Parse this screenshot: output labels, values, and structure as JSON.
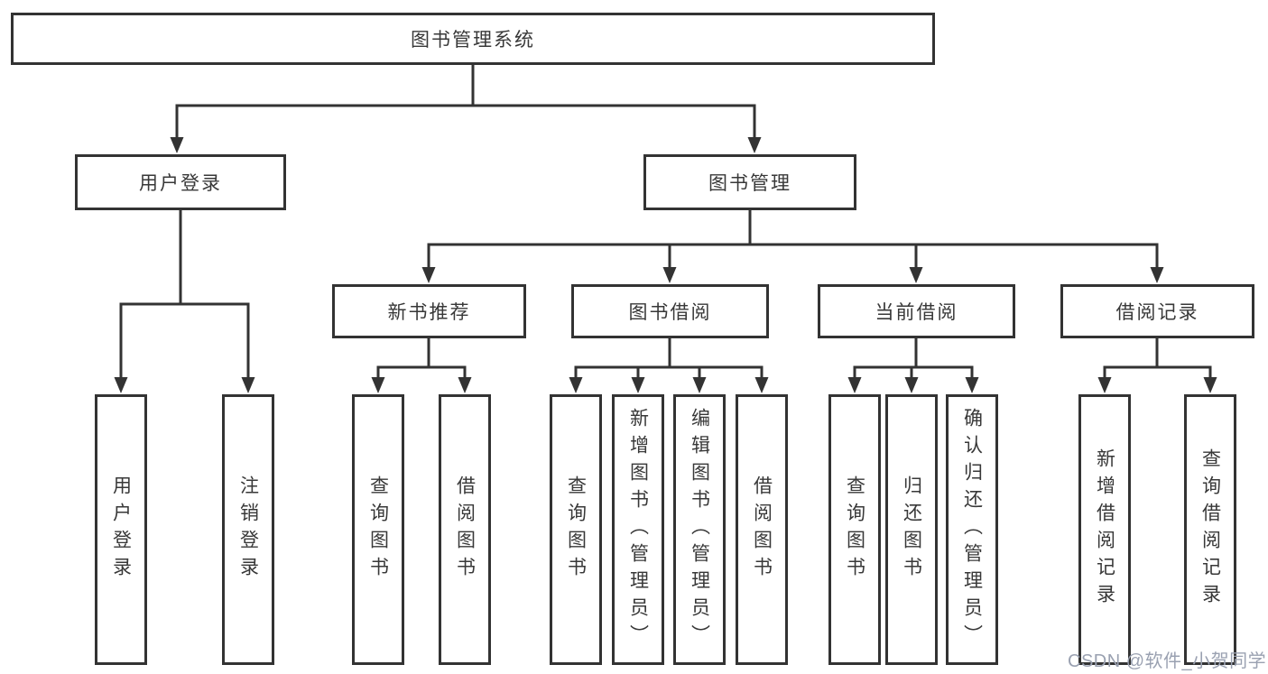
{
  "tree": {
    "root": "图书管理系统",
    "branches": [
      {
        "label": "用户登录",
        "leaves": [
          "用户登录",
          "注销登录"
        ]
      },
      {
        "label": "图书管理",
        "groups": [
          {
            "label": "新书推荐",
            "leaves": [
              "查询图书",
              "借阅图书"
            ]
          },
          {
            "label": "图书借阅",
            "leaves": [
              "查询图书",
              "新增图书（管理员）",
              "编辑图书（管理员）",
              "借阅图书"
            ]
          },
          {
            "label": "当前借阅",
            "leaves": [
              "查询图书",
              "归还图书",
              "确认归还（管理员）"
            ]
          },
          {
            "label": "借阅记录",
            "leaves": [
              "新增借阅记录",
              "查询借阅记录"
            ]
          }
        ]
      }
    ]
  },
  "watermark": "CSDN @软件_小贺同学",
  "colors": {
    "line": "#333333",
    "box_border": "#333333",
    "box_fill": "#ffffff",
    "text": "#383838",
    "watermark": "#9aa1b1"
  }
}
